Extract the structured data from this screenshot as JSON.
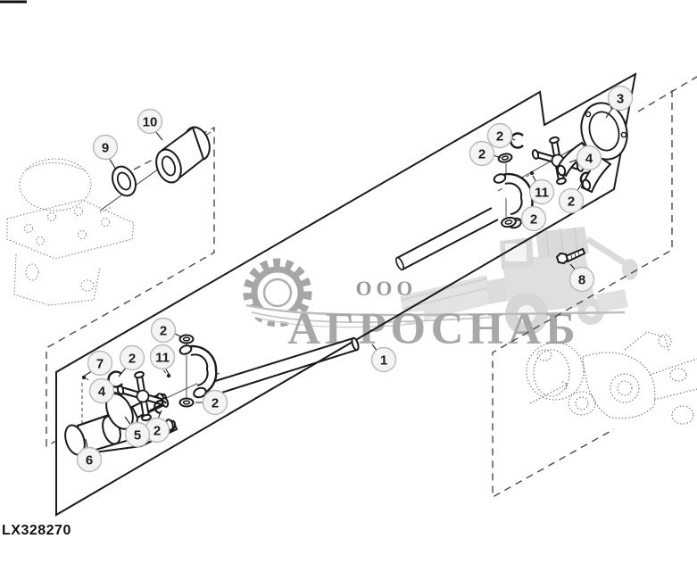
{
  "watermark": {
    "prefix": "ООО",
    "company": "АГРОСНАБ"
  },
  "footer": {
    "part_number": "LX328270"
  },
  "callouts": {
    "c1": {
      "label": "1"
    },
    "c2a": {
      "label": "2"
    },
    "c2b": {
      "label": "2"
    },
    "c2c": {
      "label": "2"
    },
    "c2d": {
      "label": "2"
    },
    "c2e": {
      "label": "2"
    },
    "c2f": {
      "label": "2"
    },
    "c2g": {
      "label": "2"
    },
    "c2h": {
      "label": "2"
    },
    "c3": {
      "label": "3"
    },
    "c4a": {
      "label": "4"
    },
    "c4b": {
      "label": "4"
    },
    "c5": {
      "label": "5"
    },
    "c6": {
      "label": "6"
    },
    "c7": {
      "label": "7"
    },
    "c8": {
      "label": "8"
    },
    "c9": {
      "label": "9"
    },
    "c10": {
      "label": "10"
    },
    "c11a": {
      "label": "11"
    },
    "c11b": {
      "label": "11"
    }
  },
  "colors": {
    "line": "#1a1a1a",
    "ghost_line": "#666666",
    "dashed_panel": "#4a4a4a",
    "callout_fill": "#f4f4f4",
    "callout_stroke": "#b9b9b9",
    "watermark_gray": "#a8a8a8"
  }
}
